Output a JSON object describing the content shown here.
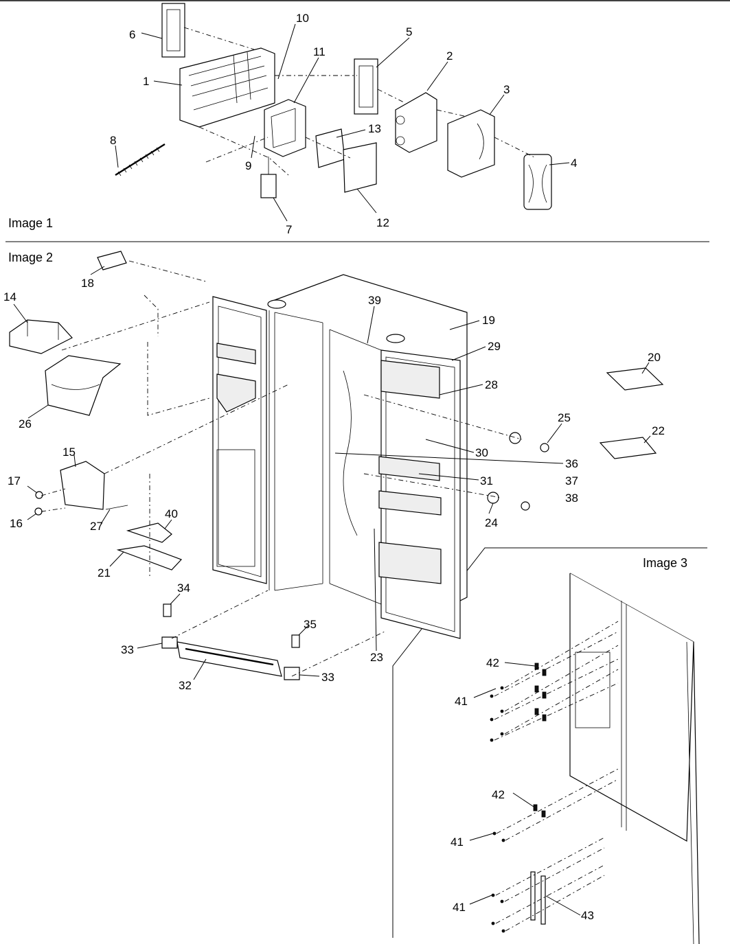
{
  "sections": [
    {
      "label": "Image 1"
    },
    {
      "label": "Image 2"
    },
    {
      "label": "Image 3"
    }
  ],
  "callouts": [
    "6",
    "10",
    "5",
    "11",
    "2",
    "3",
    "1",
    "13",
    "8",
    "9",
    "4",
    "7",
    "12",
    "18",
    "14",
    "39",
    "19",
    "29",
    "20",
    "28",
    "26",
    "15",
    "25",
    "22",
    "30",
    "17",
    "36",
    "31",
    "37",
    "38",
    "16",
    "24",
    "27",
    "40",
    "21",
    "34",
    "35",
    "33",
    "23",
    "32",
    "33",
    "42",
    "41",
    "42",
    "41",
    "41",
    "43"
  ]
}
